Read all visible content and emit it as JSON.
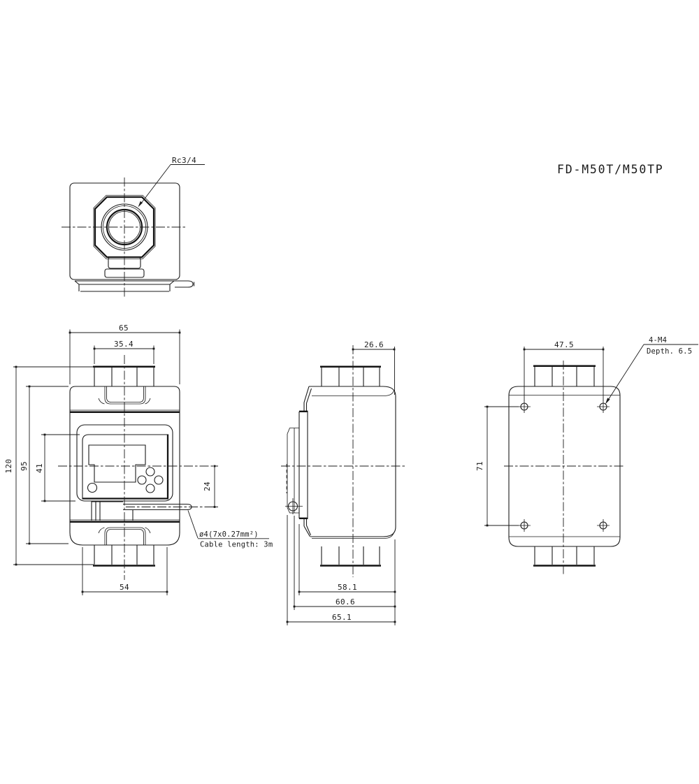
{
  "drawing": {
    "title": "FD-M50T/M50TP",
    "top_view": {
      "port_label": "Rc3/4"
    },
    "front_view": {
      "dim_overall_width": "65",
      "dim_port_nut_width": "35.4",
      "dim_overall_height": "120",
      "dim_body_height": "95",
      "dim_display_height": "41",
      "dim_cable_offset": "24",
      "dim_bottom_width": "54",
      "cable_note_line1": "ø4(7x0.27mm²)",
      "cable_note_line2": "Cable length: 3m"
    },
    "side_view": {
      "dim_top_depth": "26.6",
      "dim_depth_1": "58.1",
      "dim_depth_2": "60.6",
      "dim_depth_3": "65.1"
    },
    "back_view": {
      "dim_hole_spacing_h": "47.5",
      "dim_hole_spacing_v": "71",
      "mount_note_line1": "4-M4",
      "mount_note_line2": "Depth. 6.5"
    },
    "colors": {
      "line": "#1b1b1b",
      "background": "#ffffff"
    }
  }
}
